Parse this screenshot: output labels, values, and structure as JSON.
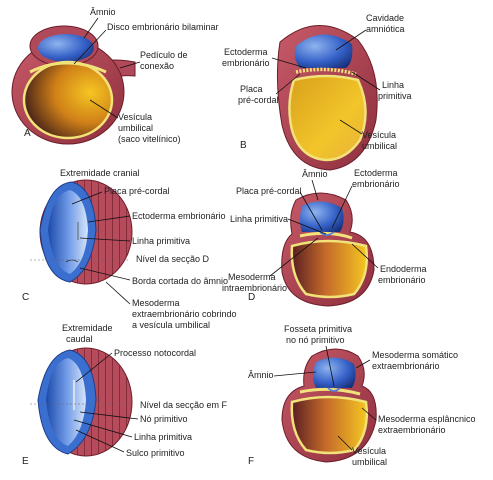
{
  "panels": {
    "A": {
      "letter": "A",
      "amnio": "Âmnio",
      "disco": "Disco embrionário bilaminar",
      "pediculo_1": "Pedículo de",
      "pediculo_2": "conexão",
      "vesicula_1": "Vesícula",
      "vesicula_2": "umbilical",
      "vesicula_3": "(saco vitelínico)"
    },
    "B": {
      "letter": "B",
      "cavidade_1": "Cavidade",
      "cavidade_2": "amniótica",
      "ectoderma_1": "Ectoderma",
      "ectoderma_2": "embrionário",
      "placa_1": "Placa",
      "placa_2": "pré-cordal",
      "linha_1": "Linha",
      "linha_2": "primitiva",
      "vesicula_1": "Vesícula",
      "vesicula_2": "umbilical"
    },
    "C": {
      "letter": "C",
      "extremidade": "Extremidade cranial",
      "placa": "Placa pré-cordal",
      "ectoderma": "Ectoderma embrionário",
      "linha": "Linha primitiva",
      "nivel": "Nível da secção D",
      "borda": "Borda cortada do âmnio",
      "mesoderma_1": "Mesoderma",
      "mesoderma_2": "extraembrionário cobrindo",
      "mesoderma_3": "a vesícula umbilical"
    },
    "D": {
      "letter": "D",
      "amnio": "Âmnio",
      "ectoderma_1": "Ectoderma",
      "ectoderma_2": "embrionário",
      "placa": "Placa pré-cordal",
      "linha": "Linha primitiva",
      "mesoderma_1": "Mesoderma",
      "mesoderma_2": "intraembrionário",
      "endoderma_1": "Endoderma",
      "endoderma_2": "embrionário"
    },
    "E": {
      "letter": "E",
      "extremidade_1": "Extremidade",
      "extremidade_2": "caudal",
      "processo": "Processo notocordal",
      "nivel": "Nível da secção em F",
      "no": "Nó primitivo",
      "linha": "Linha primitiva",
      "sulco": "Sulco primitivo"
    },
    "F": {
      "letter": "F",
      "fosseta_1": "Fosseta primitiva",
      "fosseta_2": "no nó primitivo",
      "amnio": "Âmnio",
      "somatico_1": "Mesoderma somático",
      "somatico_2": "extraembrionário",
      "esplancnico_1": "Mesoderma esplâncnico",
      "esplancnico_2": "extraembrionário",
      "vesicula_1": "Vesícula",
      "vesicula_2": "umbilical"
    }
  },
  "colors": {
    "mesoderm": "#b04a5a",
    "amnion_blue": "#3a6fd0",
    "yolk_gold": "#e8b020",
    "cell_layer": "#f2e27a"
  }
}
